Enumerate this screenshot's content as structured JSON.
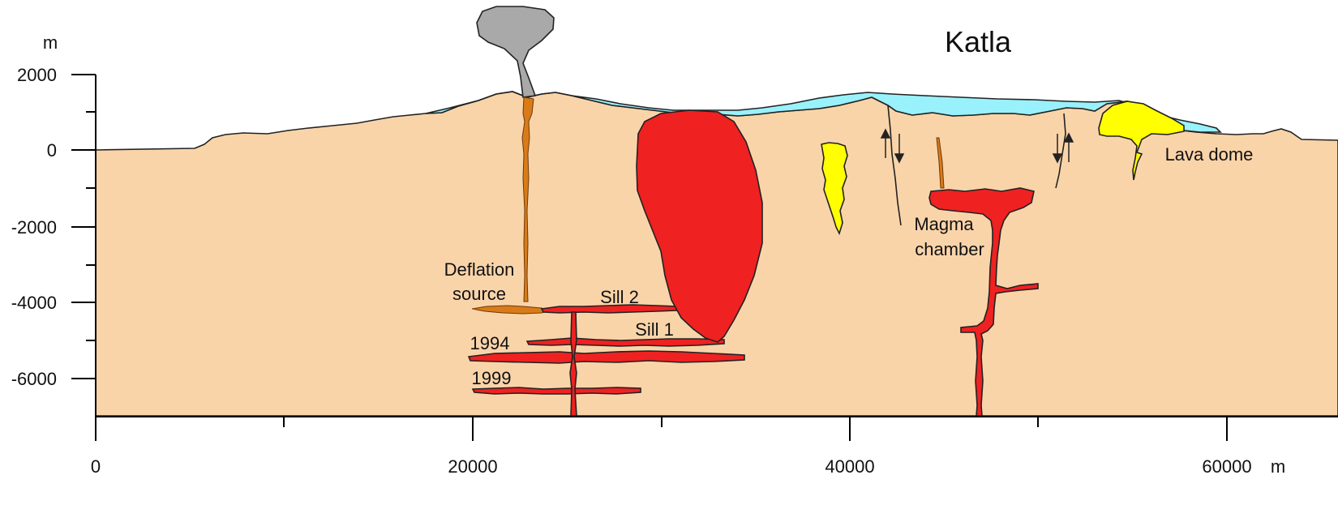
{
  "title": "Katla",
  "colors": {
    "crust": "#fad4a9",
    "ice": "#99f1fb",
    "magma": "#ef2121",
    "lava_dome": "#ffff00",
    "ash_plume": "#a9a9a9",
    "feeder_dike": "#d97b19"
  },
  "axes": {
    "y_unit": "m",
    "x_unit": "m",
    "y_ticks": [
      "2000",
      "0",
      "-2000",
      "-4000",
      "-6000"
    ],
    "x_ticks": [
      "0",
      "20000",
      "40000",
      "60000"
    ]
  },
  "labels": {
    "deflation_source": [
      "Deflation",
      "source"
    ],
    "sill_2": "Sill 2",
    "sill_1": "Sill 1",
    "year_1994": "1994",
    "year_1999": "1999",
    "magma_chamber": [
      "Magma",
      "chamber"
    ],
    "lava_dome": "Lava dome"
  }
}
